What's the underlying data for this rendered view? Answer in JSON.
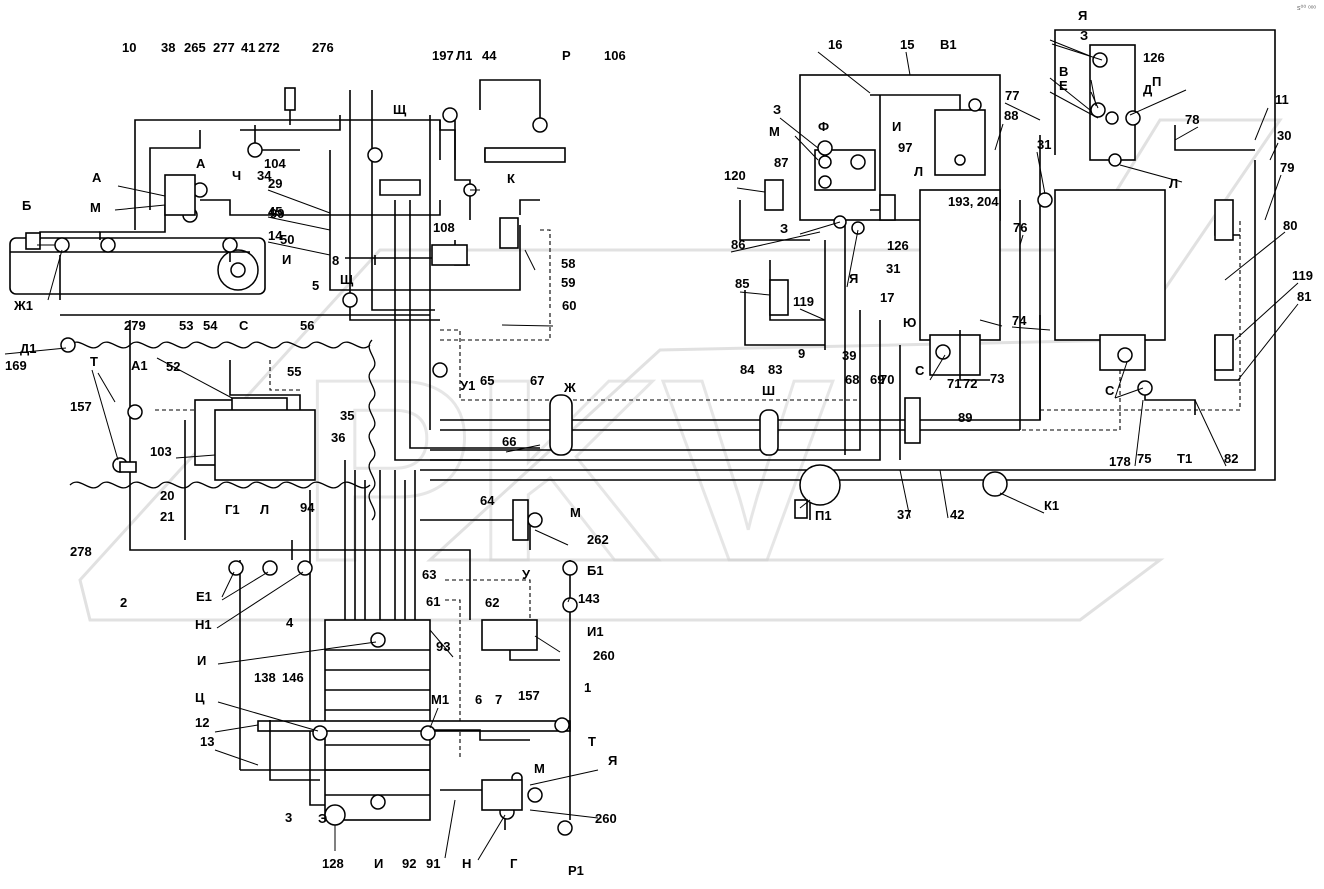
{
  "corner_mark": "s⁰⁰ ᵒᵒᵒ",
  "watermark": {
    "text": "PKV"
  },
  "labels": [
    "10",
    "38",
    "265",
    "277",
    "41",
    "272",
    "276",
    "197",
    "Л1",
    "44",
    "Р",
    "106",
    "А",
    "М",
    "Б",
    "А",
    "Ч",
    "34",
    "99",
    "50",
    "И",
    "Ж1",
    "Д1",
    "169",
    "104",
    "29",
    "45",
    "14",
    "108",
    "К",
    "58",
    "59",
    "60",
    "Щ",
    "8",
    "5",
    "Щ",
    "279",
    "53",
    "54",
    "С",
    "56",
    "55",
    "52",
    "А1",
    "Т",
    "157",
    "103",
    "35",
    "36",
    "У1",
    "65",
    "67",
    "Ж",
    "66",
    "Г1",
    "Л",
    "94",
    "20",
    "21",
    "278",
    "64",
    "М",
    "262",
    "2",
    "У",
    "Б1",
    "143",
    "Е1",
    "Н1",
    "4",
    "И",
    "93",
    "63",
    "62",
    "61",
    "260",
    "И1",
    "1",
    "138",
    "146",
    "Ц",
    "М1",
    "6",
    "7",
    "157",
    "Т",
    "12",
    "13",
    "Я",
    "М",
    "260",
    "3",
    "Э",
    "128",
    "И",
    "92",
    "91",
    "Н",
    "Г",
    "Р1",
    "16",
    "15",
    "В1",
    "З",
    "Ф",
    "И",
    "97",
    "88",
    "Л",
    "М",
    "87",
    "120",
    "86",
    "З",
    "126",
    "Я",
    "85",
    "119",
    "9",
    "83",
    "84",
    "31",
    "17",
    "39",
    "Ю",
    "С",
    "71",
    "72",
    "73",
    "89",
    "Ш",
    "68",
    "69",
    "70",
    "193, 204",
    "76",
    "74",
    "П1",
    "37",
    "42",
    "К1",
    "Я",
    "З",
    "126",
    "П",
    "В",
    "Е",
    "Д",
    "77",
    "78",
    "31",
    "Л",
    "11",
    "30",
    "79",
    "80",
    "119",
    "81",
    "С",
    "Т1",
    "75",
    "178",
    "82"
  ]
}
